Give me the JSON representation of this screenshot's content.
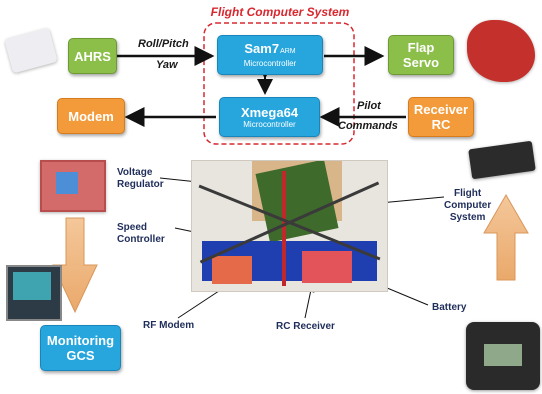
{
  "title": "Flight Computer System",
  "boxes": {
    "ahrs": "AHRS",
    "sam7": "Sam7",
    "sam7_sub": "ARM",
    "sam7_sub2": "Microcontroller",
    "flap1": "Flap",
    "flap2": "Servo",
    "modem": "Modem",
    "xmega": "Xmega64",
    "xmega_sub": "Microcontroller",
    "receiver1": "Receiver",
    "receiver2": "RC",
    "gcs1": "Monitoring",
    "gcs2": "GCS"
  },
  "arrow_labels": {
    "roll": "Roll/Pitch",
    "yaw": "Yaw",
    "pilot": "Pilot",
    "commands": "Commands"
  },
  "callouts": {
    "voltage1": "Voltage",
    "voltage2": "Regulator",
    "speed1": "Speed",
    "speed2": "Controller",
    "flight1": "Flight",
    "flight2": "Computer",
    "flight3": "System",
    "battery": "Battery",
    "rfmodem": "RF Modem",
    "rcreceiver": "RC Receiver"
  },
  "colors": {
    "green": "#8cbf4a",
    "blue": "#27a6de",
    "orange": "#f39a3a",
    "title_red": "#d8282f",
    "callout_text": "#1f2d5a"
  }
}
